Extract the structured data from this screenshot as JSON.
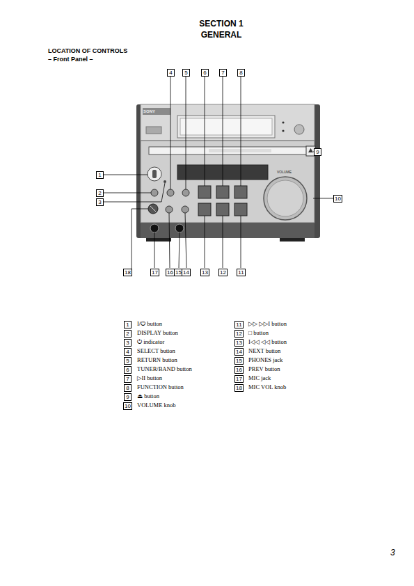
{
  "diagram": {
    "title": "SECTION 1 GENERAL",
    "nodes": [
      {
        "text": [
          "4"
        ]
      },
      {
        "text": [
          "5"
        ]
      },
      {
        "text": [
          "6"
        ]
      },
      {
        "text": [
          "7"
        ]
      },
      {
        "text": [
          "8"
        ]
      },
      {
        "text": [
          "9"
        ]
      },
      {
        "text": [
          "1"
        ]
      },
      {
        "text": [
          "2"
        ]
      },
      {
        "text": [
          "3"
        ]
      },
      {
        "text": [
          "10"
        ]
      },
      {
        "text": [
          "18"
        ]
      },
      {
        "text": [
          "17"
        ]
      },
      {
        "text": [
          "16"
        ]
      },
      {
        "text": [
          "15"
        ]
      },
      {
        "text": [
          "14"
        ]
      },
      {
        "text": [
          "13"
        ]
      },
      {
        "text": [
          "12"
        ]
      },
      {
        "text": [
          "11"
        ]
      },
      {
        "text": [
          "1"
        ]
      },
      {
        "text": [
          "2"
        ]
      },
      {
        "text": [
          "3"
        ]
      },
      {
        "text": [
          "4"
        ]
      },
      {
        "text": [
          "5"
        ]
      },
      {
        "text": [
          "6"
        ]
      },
      {
        "text": [
          "7"
        ]
      },
      {
        "text": [
          "8"
        ]
      },
      {
        "text": [
          "9"
        ]
      },
      {
        "text": [
          "10"
        ]
      },
      {
        "text": [
          "11"
        ]
      },
      {
        "text": [
          "12"
        ]
      },
      {
        "text": [
          "13"
        ]
      },
      {
        "text": [
          "14"
        ]
      },
      {
        "text": [
          "15"
        ]
      },
      {
        "text": [
          "16"
        ]
      },
      {
        "text": [
          "17"
        ]
      },
      {
        "text": [
          "18"
        ]
      }
    ],
    "labels": [
      "LOCATION OF CONTROLS",
      "– Front Panel –",
      "SONY",
      "VOLUME",
      "I/⏻ button",
      "DISPLAY button",
      "⏻ indicator",
      "SELECT button",
      "RETURN button",
      "TUNER/BAND button",
      "▷II button",
      "FUNCTION button",
      "⏏ button",
      "VOLUME knob",
      "▷▷ ▷▷I button",
      "□ button",
      "I◁◁ ◁◁ button",
      "NEXT button",
      "PHONES jack",
      "PREV button",
      "MIC jack",
      "MIC VOL knob",
      "3"
    ]
  }
}
